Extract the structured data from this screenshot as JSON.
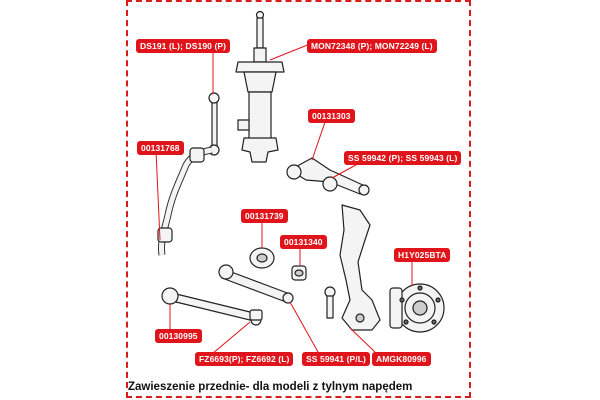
{
  "labels": {
    "ds191": "DS191 (L); DS190 (P)",
    "mon": "MON72348 (P); MON72249 (L)",
    "p00131303": "00131303",
    "ss59942": "SS 59942 (P); SS 59943 (L)",
    "p00131768": "00131768",
    "p00131739": "00131739",
    "p00131340": "00131340",
    "hiy": "H1Y025BTA",
    "p00130995": "00130995",
    "fz": "FZ6693(P); FZ6692 (L)",
    "ss59941": "SS 59941 (P/L)",
    "amg": "AMGK80996"
  },
  "caption": "Zawieszenie przednie- dla modeli z tylnym napędem",
  "colors": {
    "label_bg": "#e0141b",
    "frame": "#d81c1c",
    "leader": "#e0141b"
  }
}
